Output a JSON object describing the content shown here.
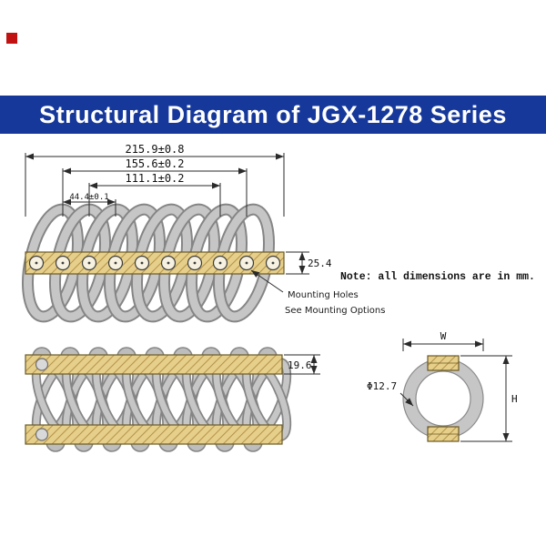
{
  "banner": {
    "title": "Structural Diagram of JGX-1278 Series"
  },
  "note_text": "Note: all dimensions are in mm.",
  "top_view": {
    "dim_overall": "215.9±0.8",
    "dim_holes_outer": "155.6±0.2",
    "dim_holes_mid": "111.1±0.2",
    "dim_holes_pitch": "44.4±0.1",
    "dim_bar_thickness": "25.4",
    "label_mounting_holes": "Mounting Holes",
    "label_mounting_options": "See Mounting Options"
  },
  "front_view": {
    "dim_bar_thickness": "19.6"
  },
  "end_view": {
    "dim_width_label": "W",
    "dim_height_label": "H",
    "dim_wire_diameter": "Φ12.7"
  },
  "colors": {
    "banner_bg": "#16389B",
    "banner_text": "#FFFFFF",
    "bar_gold": "#E6CF8A",
    "bar_hatch": "#B3924A",
    "bar_edge": "#6B5A24",
    "coil_gray": "#C6C6C6",
    "coil_edge": "#858585",
    "dim_line": "#2A2A2A",
    "marker_red": "#C11111"
  }
}
